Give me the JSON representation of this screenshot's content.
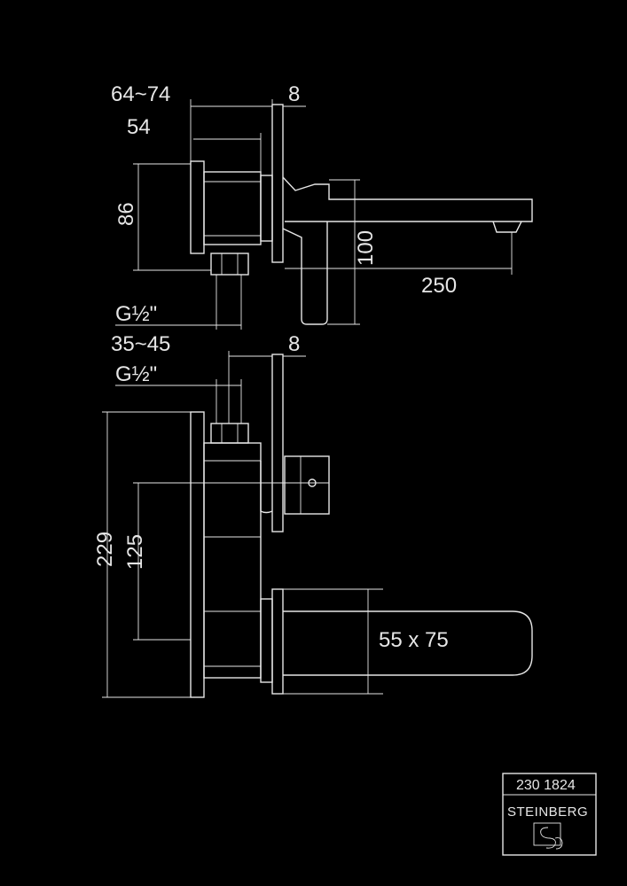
{
  "colors": {
    "background": "#000000",
    "line": "#e6e6e6"
  },
  "dimensions": {
    "top_view": {
      "depth_range": "64~74",
      "plate": "8",
      "body_depth": "54",
      "body_height": "86",
      "spout_drop": "100",
      "spout_length": "250",
      "thread": "G½\""
    },
    "front_view": {
      "depth_range": "35~45",
      "plate": "8",
      "thread": "G½\"",
      "overall_height": "229",
      "spacing": "125",
      "plate_size": "55 x 75"
    }
  },
  "title_block": {
    "article_number": "230 1824",
    "brand": "STEINBERG",
    "logo_icon": "steinberg-s-logo-icon"
  }
}
